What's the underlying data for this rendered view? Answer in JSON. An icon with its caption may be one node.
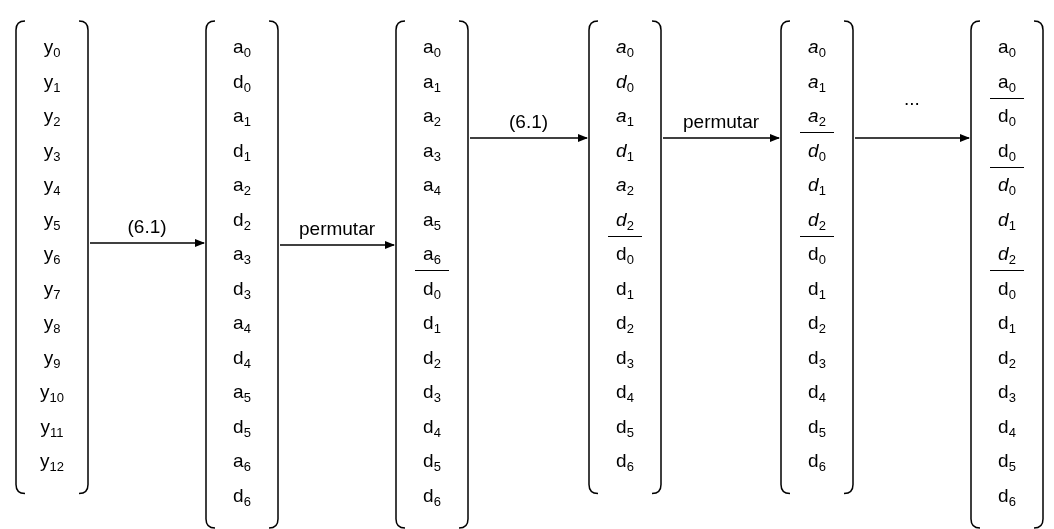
{
  "diagram": {
    "nodes": [
      {
        "text": [
          "y$_{0}$",
          "y$_{1}$",
          "y$_{2}$",
          "y$_{3}$",
          "y$_{4}$",
          "y$_{5}$",
          "y$_{6}$",
          "y$_{7}$",
          "y$_{8}$",
          "y$_{9}$",
          "y$_{10}$",
          "y$_{11}$",
          "y$_{12}$"
        ]
      },
      {
        "text": [
          "a$_{0}$",
          "d$_{0}$",
          "a$_{1}$",
          "d$_{1}$",
          "a$_{2}$",
          "d$_{2}$",
          "a$_{3}$",
          "d$_{3}$",
          "a$_{4}$",
          "d$_{4}$",
          "a$_{5}$",
          "d$_{5}$",
          "a$_{6}$",
          "d$_{6}$"
        ]
      },
      {
        "text": [
          "a$_{0}$",
          "a$_{1}$",
          "a$_{2}$",
          "a$_{3}$",
          "a$_{4}$",
          "a$_{5}$",
          "a$_{6}$",
          "d$_{0}$",
          "d$_{1}$",
          "d$_{2}$",
          "d$_{3}$",
          "d$_{4}$",
          "d$_{5}$",
          "d$_{6}$"
        ]
      },
      {
        "text": [
          "*a*$_{0}$",
          "*d*$_{0}$",
          "*a*$_{1}$",
          "*d*$_{1}$",
          "*a*$_{2}$",
          "*d*$_{2}$",
          "d$_{0}$",
          "d$_{1}$",
          "d$_{2}$",
          "d$_{3}$",
          "d$_{4}$",
          "d$_{5}$",
          "d$_{6}$"
        ]
      },
      {
        "text": [
          "*a*$_{0}$",
          "*a*$_{1}$",
          "*a*$_{2}$",
          "*d*$_{0}$",
          "*d*$_{1}$",
          "*d*$_{2}$",
          "d$_{0}$",
          "d$_{1}$",
          "d$_{2}$",
          "d$_{3}$",
          "d$_{4}$",
          "d$_{5}$",
          "d$_{6}$"
        ]
      },
      {
        "text": [
          "a$_{0}$",
          "a$_{0}$",
          "d$_{0}$",
          "d$_{0}$",
          "*d*$_{0}$",
          "*d*$_{1}$",
          "*d*$_{2}$",
          "d$_{0}$",
          "d$_{1}$",
          "d$_{2}$",
          "d$_{3}$",
          "d$_{4}$",
          "d$_{5}$",
          "d$_{6}$"
        ]
      }
    ],
    "edges": [
      {
        "from": 0,
        "to": 1,
        "arrow": "to",
        "label": "(6.1)"
      },
      {
        "from": 1,
        "to": 2,
        "arrow": "to",
        "label": "permutar"
      },
      {
        "from": 2,
        "to": 3,
        "arrow": "to",
        "label": "(6.1)"
      },
      {
        "from": 3,
        "to": 4,
        "arrow": "to",
        "label": "permutar"
      },
      {
        "from": 4,
        "to": 5,
        "arrow": "to",
        "label": "..."
      }
    ]
  }
}
